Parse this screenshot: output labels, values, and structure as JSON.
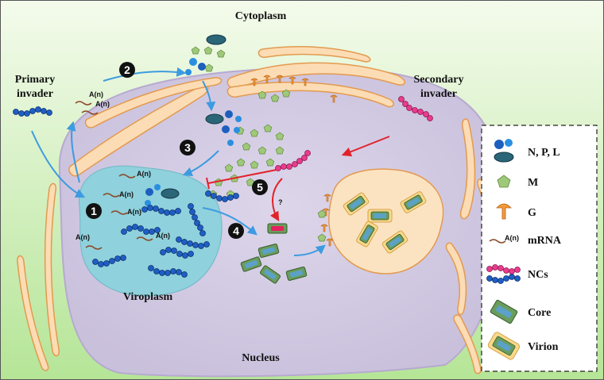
{
  "labels": {
    "cytoplasm": "Cytoplasm",
    "nucleus": "Nucleus",
    "viroplasm": "Viroplasm",
    "primary_invader_1": "Primary",
    "primary_invader_2": "invader",
    "secondary_invader_1": "Secondary",
    "secondary_invader_2": "invader",
    "poly_a": "A(n)",
    "question": "?"
  },
  "steps": [
    "1",
    "2",
    "3",
    "4",
    "5"
  ],
  "legend": [
    {
      "label": "N, P, L",
      "icon": "npl-icon"
    },
    {
      "label": "M",
      "icon": "m-protein-icon"
    },
    {
      "label": "G",
      "icon": "g-protein-icon"
    },
    {
      "label": "mRNA",
      "icon": "mrna-icon",
      "icon_text": "A(n)"
    },
    {
      "label": "NCs",
      "icon": "nucleocapsid-icon"
    },
    {
      "label": "Core",
      "icon": "core-icon"
    },
    {
      "label": "Virion",
      "icon": "virion-icon"
    }
  ],
  "colors": {
    "background_top": "#f3fbe9",
    "background_bottom": "#b8e69a",
    "nucleus": "#d5cde3",
    "viroplasm": "#8fd1dc",
    "er_fill": "#fcdcb4",
    "er_stroke": "#e39a4f",
    "blue_arrow": "#3d9be0",
    "red_arrow": "#e2222a",
    "n_protein": "#1c5fbf",
    "m_protein": "#9fc87a",
    "ncs_pink": "#ea3b8e",
    "core": "#5ba1c8"
  }
}
